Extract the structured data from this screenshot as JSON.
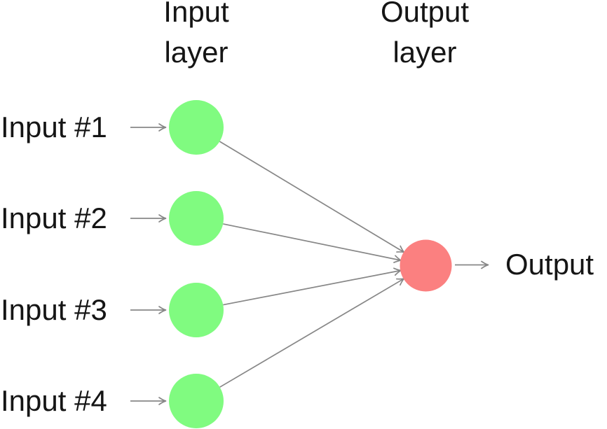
{
  "diagram": {
    "type": "neural-network",
    "headers": {
      "input": [
        "Input",
        "layer"
      ],
      "output": [
        "Output",
        "layer"
      ]
    },
    "input_labels": [
      "Input #1",
      "Input #2",
      "Input #3",
      "Input #4"
    ],
    "output_label": "Output",
    "colors": {
      "input_node": "#80fb80",
      "output_node": "#fb8080",
      "arrow": "#878787",
      "text": "#151515",
      "background": "#ffffff"
    }
  }
}
